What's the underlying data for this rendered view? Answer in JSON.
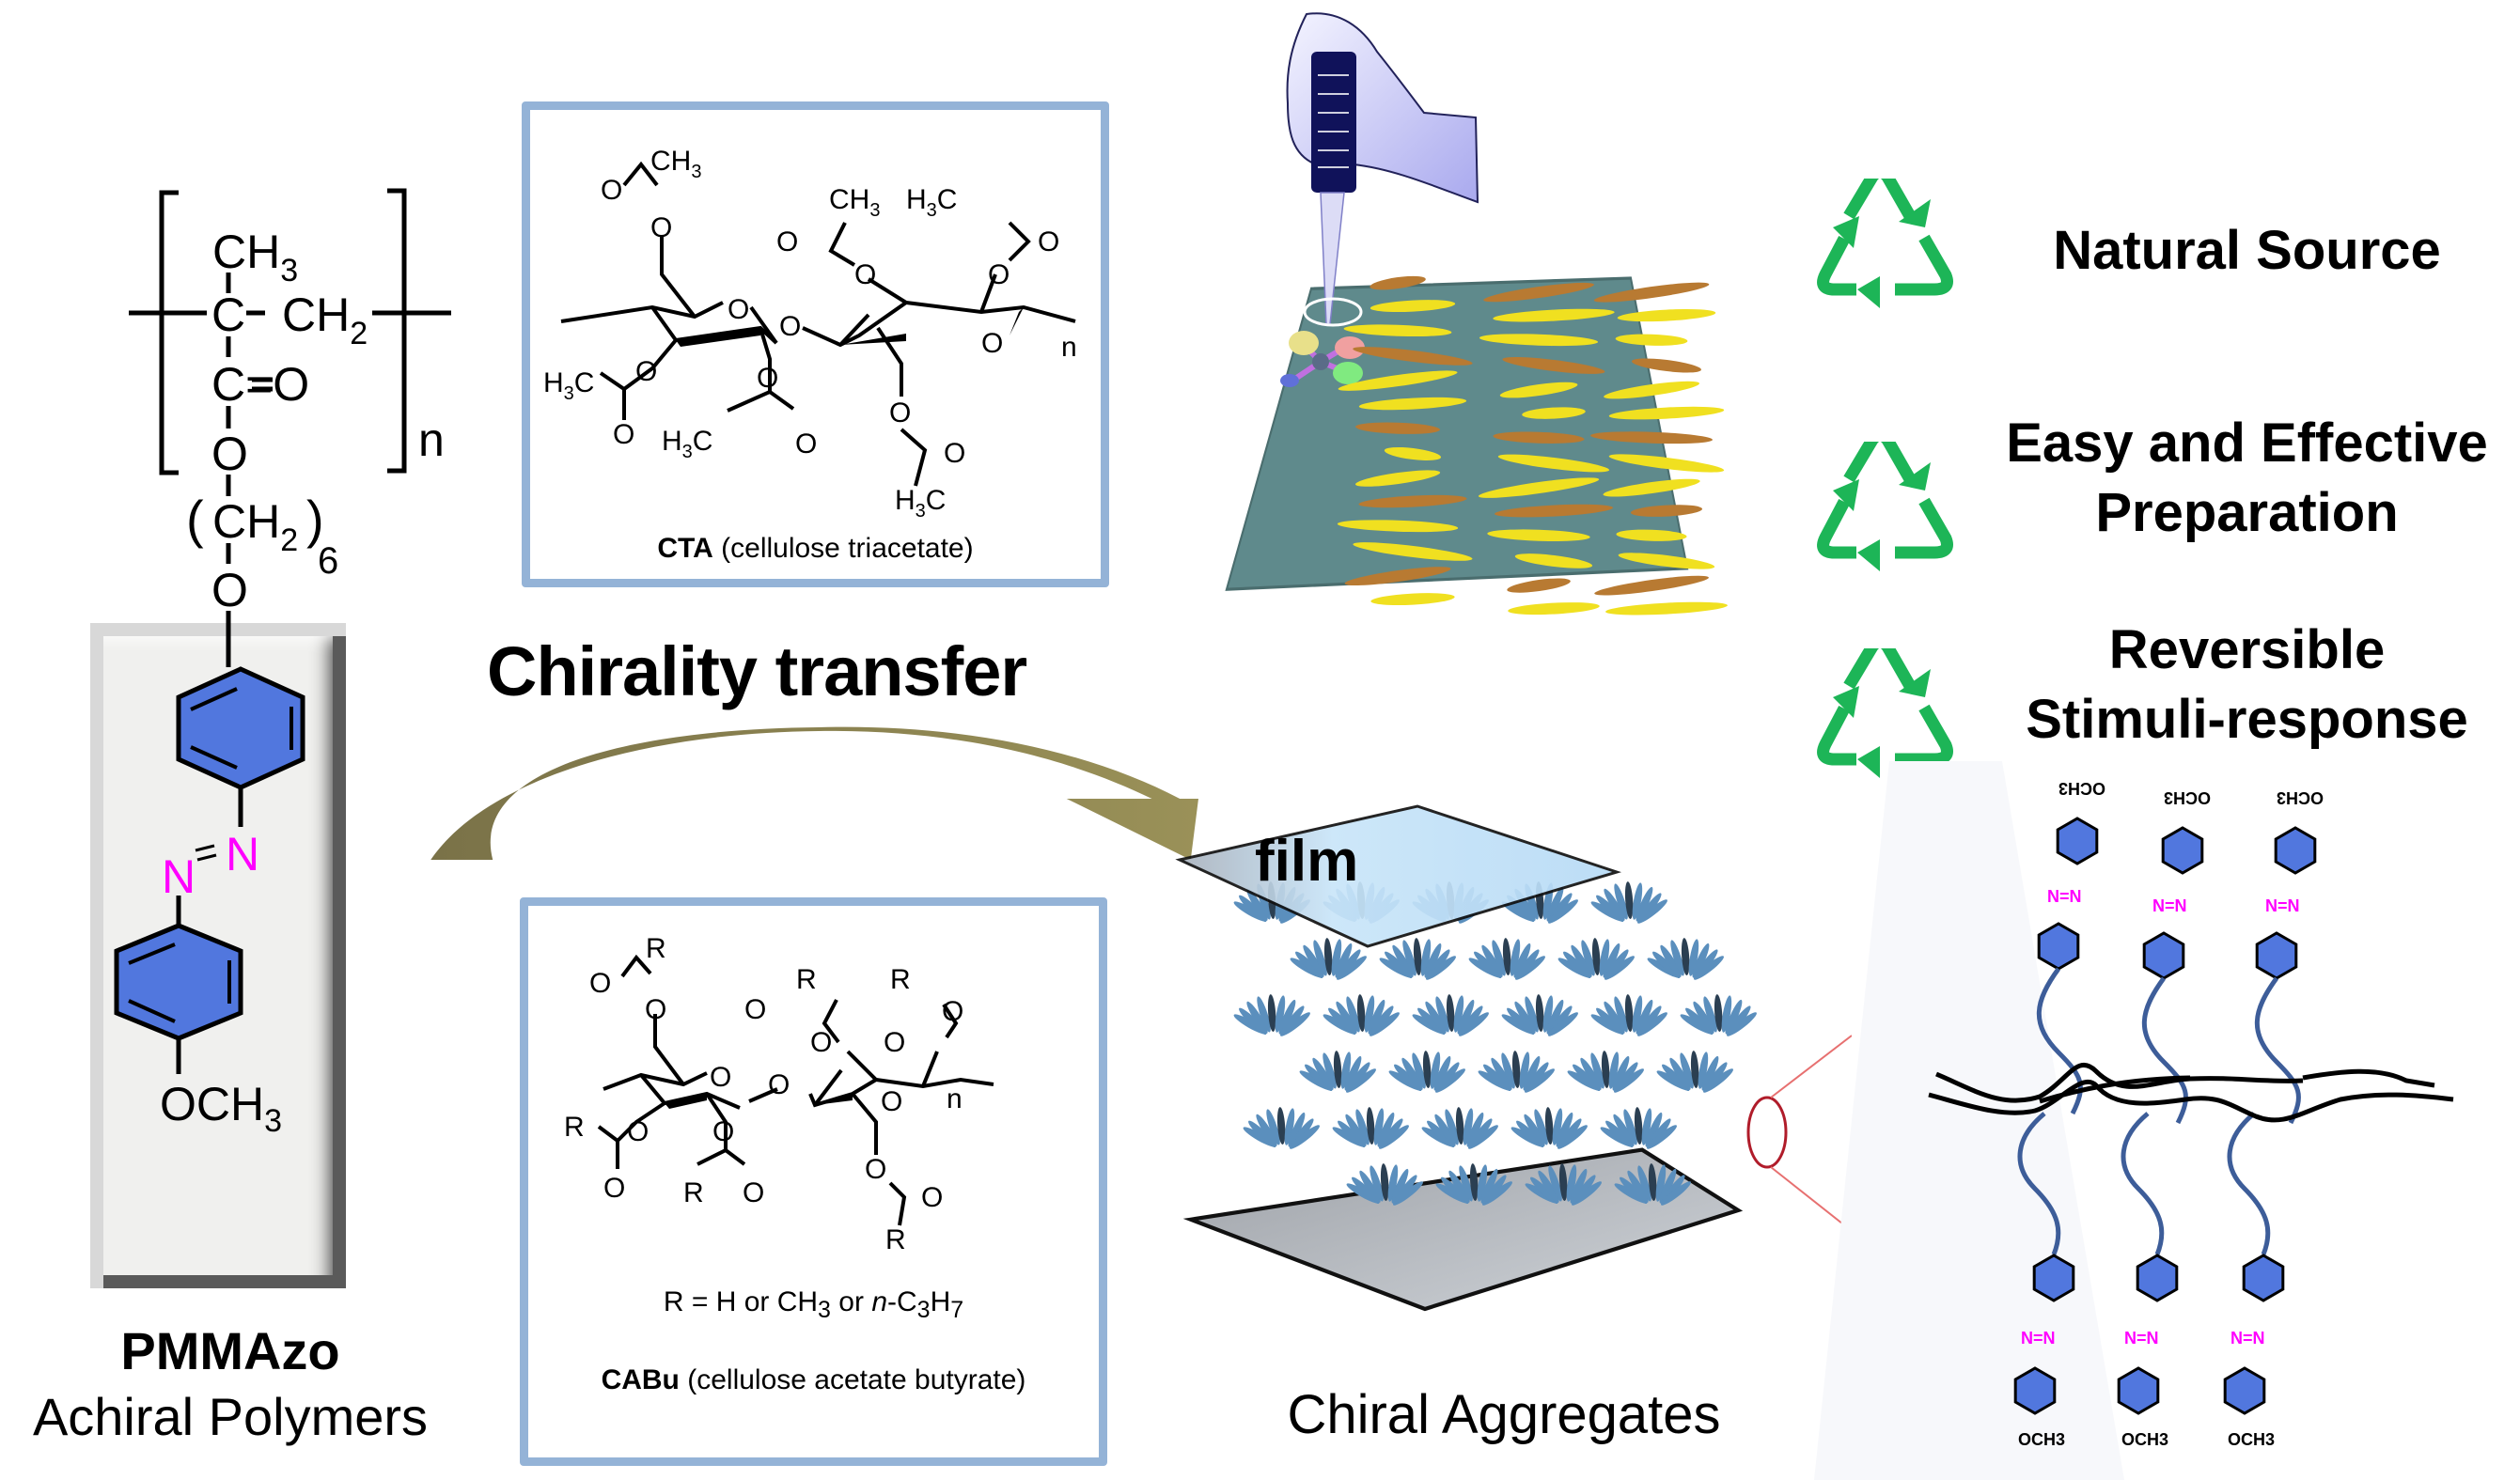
{
  "figure": {
    "title_transfer": "Chirality transfer",
    "colors": {
      "box_border": "#94b3d7",
      "benzene_fill": "#5177de",
      "azo_nitrogen": "#ff00ff",
      "arrow": "#8a8150",
      "recycle_green": "#1db557",
      "slab": "#5f8a8c",
      "side_chain": "#3d5d99"
    }
  },
  "pmmazo": {
    "monomer": {
      "ch3": "CH",
      "ch3_sub": "3",
      "c": "C",
      "ch2": "CH",
      "ch2_sub": "2",
      "carbonyl": "C=O",
      "o": "O",
      "n": "n",
      "spacer": "CH",
      "spacer_sub": "2",
      "spacer_repeat": "6",
      "o2": "O"
    },
    "azo_n1": "N",
    "azo_n2": "N",
    "terminal": "OCH",
    "terminal_sub": "3",
    "name": "PMMAzo",
    "subtitle": "Achiral Polymers"
  },
  "cta": {
    "caption_bold": "CTA",
    "caption_rest": " (cellulose triacetate)",
    "labels": {
      "ch3": "CH",
      "h3c": "H",
      "sub3": "3",
      "o": "O",
      "n": "n"
    }
  },
  "cabu": {
    "r_definition_prefix": "R = H  or CH",
    "r_definition_sub1": "3",
    "r_definition_mid": " or ",
    "r_definition_italic": "n",
    "r_definition_suffix": "-C",
    "r_definition_sub2": "3",
    "r_definition_h": "H",
    "r_definition_sub3": "7",
    "caption_bold": "CABu",
    "caption_rest": " (cellulose acetate butyrate)",
    "labels": {
      "r": "R",
      "o": "O",
      "n": "n"
    }
  },
  "film": {
    "label": "film",
    "caption": "Chiral Aggregates"
  },
  "features": [
    {
      "icon": "recycle-icon",
      "lines": [
        "Natural Source"
      ]
    },
    {
      "icon": "recycle-icon",
      "lines": [
        "Easy and Effective",
        "Preparation"
      ]
    },
    {
      "icon": "recycle-icon",
      "lines": [
        "Reversible",
        "Stimuli-response"
      ]
    }
  ],
  "chains": {
    "top_terminal": "OCH",
    "top_sub": "3",
    "bottom_terminal": "OCH",
    "bottom_sub": "3",
    "azo": "N"
  }
}
